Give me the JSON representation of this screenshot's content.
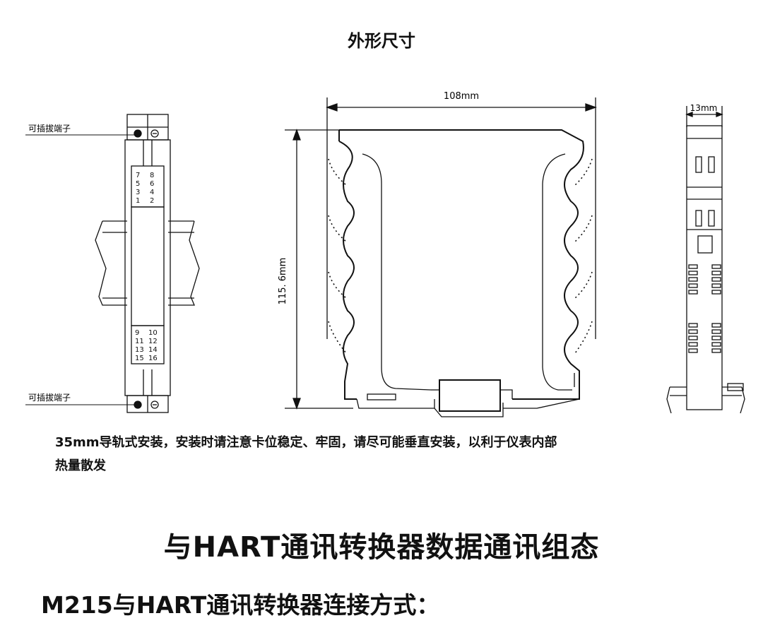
{
  "title": "外形尺寸",
  "front_view": {
    "top_label": "可插拔端子",
    "bottom_label": "可插拔端子",
    "terminals_top": [
      "7",
      "8",
      "5",
      "6",
      "3",
      "4",
      "1",
      "2"
    ],
    "terminals_bottom": [
      "9",
      "10",
      "11",
      "12",
      "13",
      "14",
      "15",
      "16"
    ]
  },
  "side_view": {
    "width_label": "108mm",
    "height_label": "115. 6mm"
  },
  "end_view": {
    "width_label": "13mm"
  },
  "note_line1": "35mm导轨式安装，安装时请注意卡位稳定、牢固，请尽可能垂直安装，以利于仪表内部",
  "note_line2": "热量散发",
  "section_heading": "与HART通讯转换器数据通讯组态",
  "sub_heading": "M215与HART通讯转换器连接方式："
}
